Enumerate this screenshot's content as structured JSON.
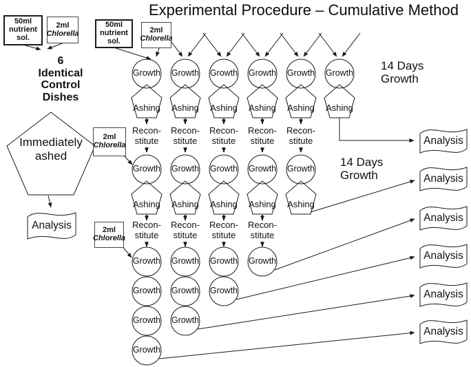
{
  "title": "Experimental Procedure – Cumulative Method",
  "labels": {
    "nutrient_box": "50ml\nnutrient\nsol.",
    "chlorella_line1": "2ml",
    "chlorella_line2": "Chlorella",
    "control_dishes": "6\nIdentical\nControl\nDishes",
    "immediately_ashed": "Immediately\nashed",
    "growth": "Growth",
    "ashing": "Ashing",
    "reconstitute": "Recon-\nstitute",
    "analysis": "Analysis",
    "days_growth_1": "14 Days\nGrowth",
    "days_growth_2": "14 Days\nGrowth"
  },
  "structure": {
    "growth_rows": [
      6,
      5,
      4,
      3,
      2,
      1
    ],
    "ashing_rows": [
      6,
      5
    ],
    "reconstitute_rows": [
      5,
      4
    ],
    "right_analysis_count": 6
  },
  "colors": {
    "ink": "#1a1a1a",
    "background": "#ffffff"
  }
}
